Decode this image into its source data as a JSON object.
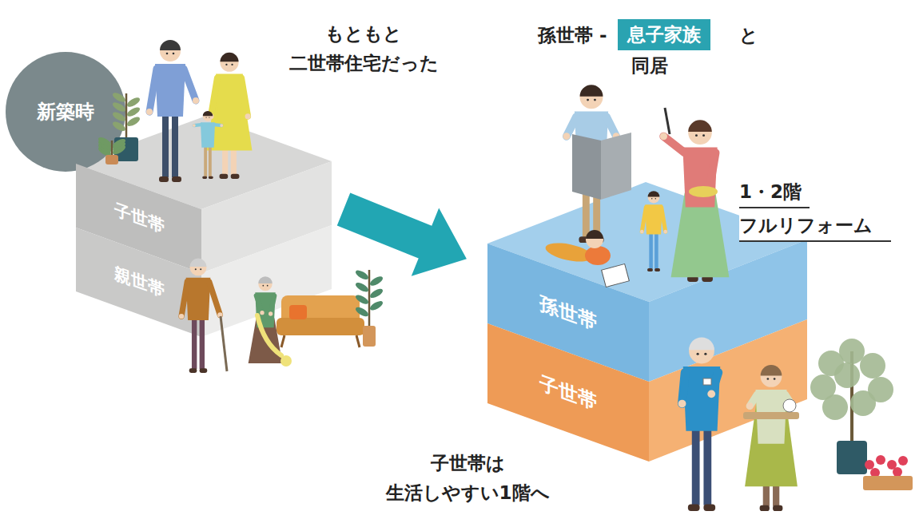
{
  "diagram": {
    "nodes": [
      {
        "text": [
          "新築時"
        ]
      },
      {
        "text": [
          "子世帯"
        ]
      },
      {
        "text": [
          "親世帯"
        ]
      },
      {
        "text": [
          "息子家族"
        ]
      },
      {
        "text": [
          "孫世帯"
        ]
      },
      {
        "text": [
          "子世帯"
        ]
      }
    ],
    "labels": [
      "もともと 二世帯住宅だった",
      "孫世帯 -",
      "と",
      "同居",
      "1・2階",
      "フルリフォーム",
      "子世帯は 生活しやすい1階へ"
    ]
  }
}
